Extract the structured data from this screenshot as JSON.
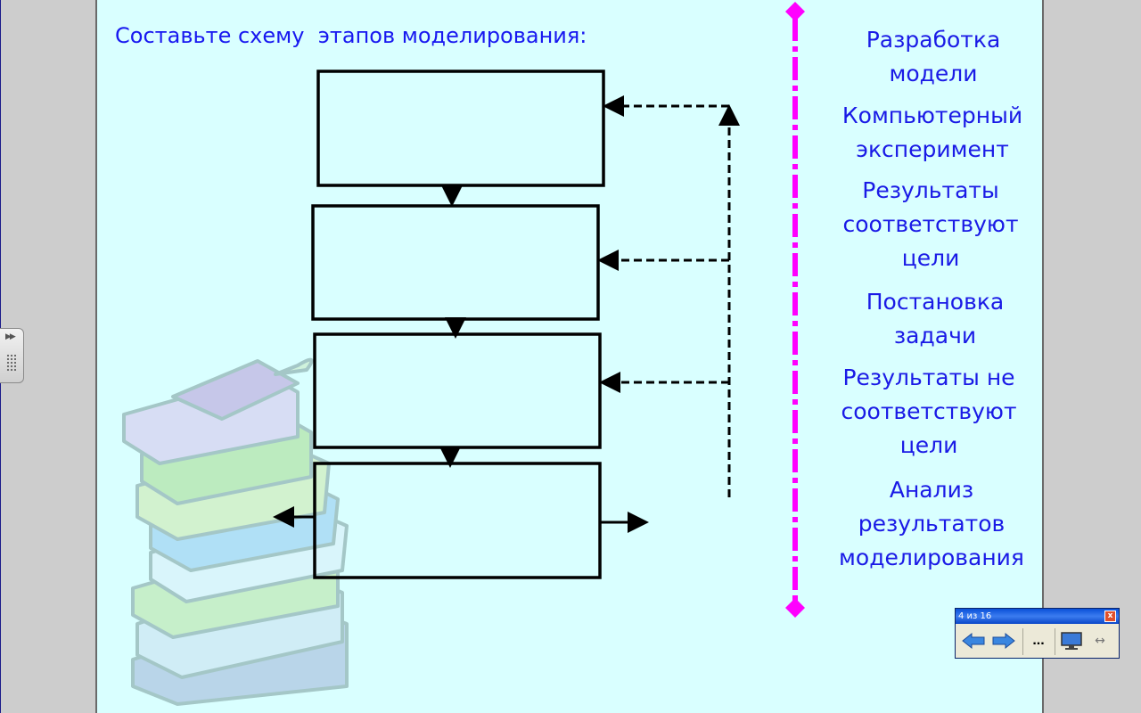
{
  "slide": {
    "title": "Составьте схему  этапов моделирования:",
    "terms": [
      {
        "line1": "Разработка",
        "line2": "модели"
      },
      {
        "line1": "Компьютерный",
        "line2": "эксперимент"
      },
      {
        "line1": "Результаты",
        "line2": "соответствуют",
        "line3": "цели"
      },
      {
        "line1": "Постановка",
        "line2": "задачи"
      },
      {
        "line1": "Результаты не",
        "line2": "соответствуют",
        "line3": "цели"
      },
      {
        "line1": "Анализ",
        "line2": "результатов",
        "line3": "моделирования"
      }
    ]
  },
  "nav_panel": {
    "title": "4 из 16",
    "close_label": "x",
    "more_label": "..."
  },
  "colors": {
    "slide_bg": "#d9ffff",
    "text": "#1a1ae6",
    "divider": "#ff00ff",
    "box_stroke": "#000000"
  },
  "icons": [
    "arrow-left-icon",
    "arrow-right-icon",
    "more-icon",
    "monitor-icon",
    "resize-icon",
    "close-icon",
    "book-stack-image"
  ]
}
